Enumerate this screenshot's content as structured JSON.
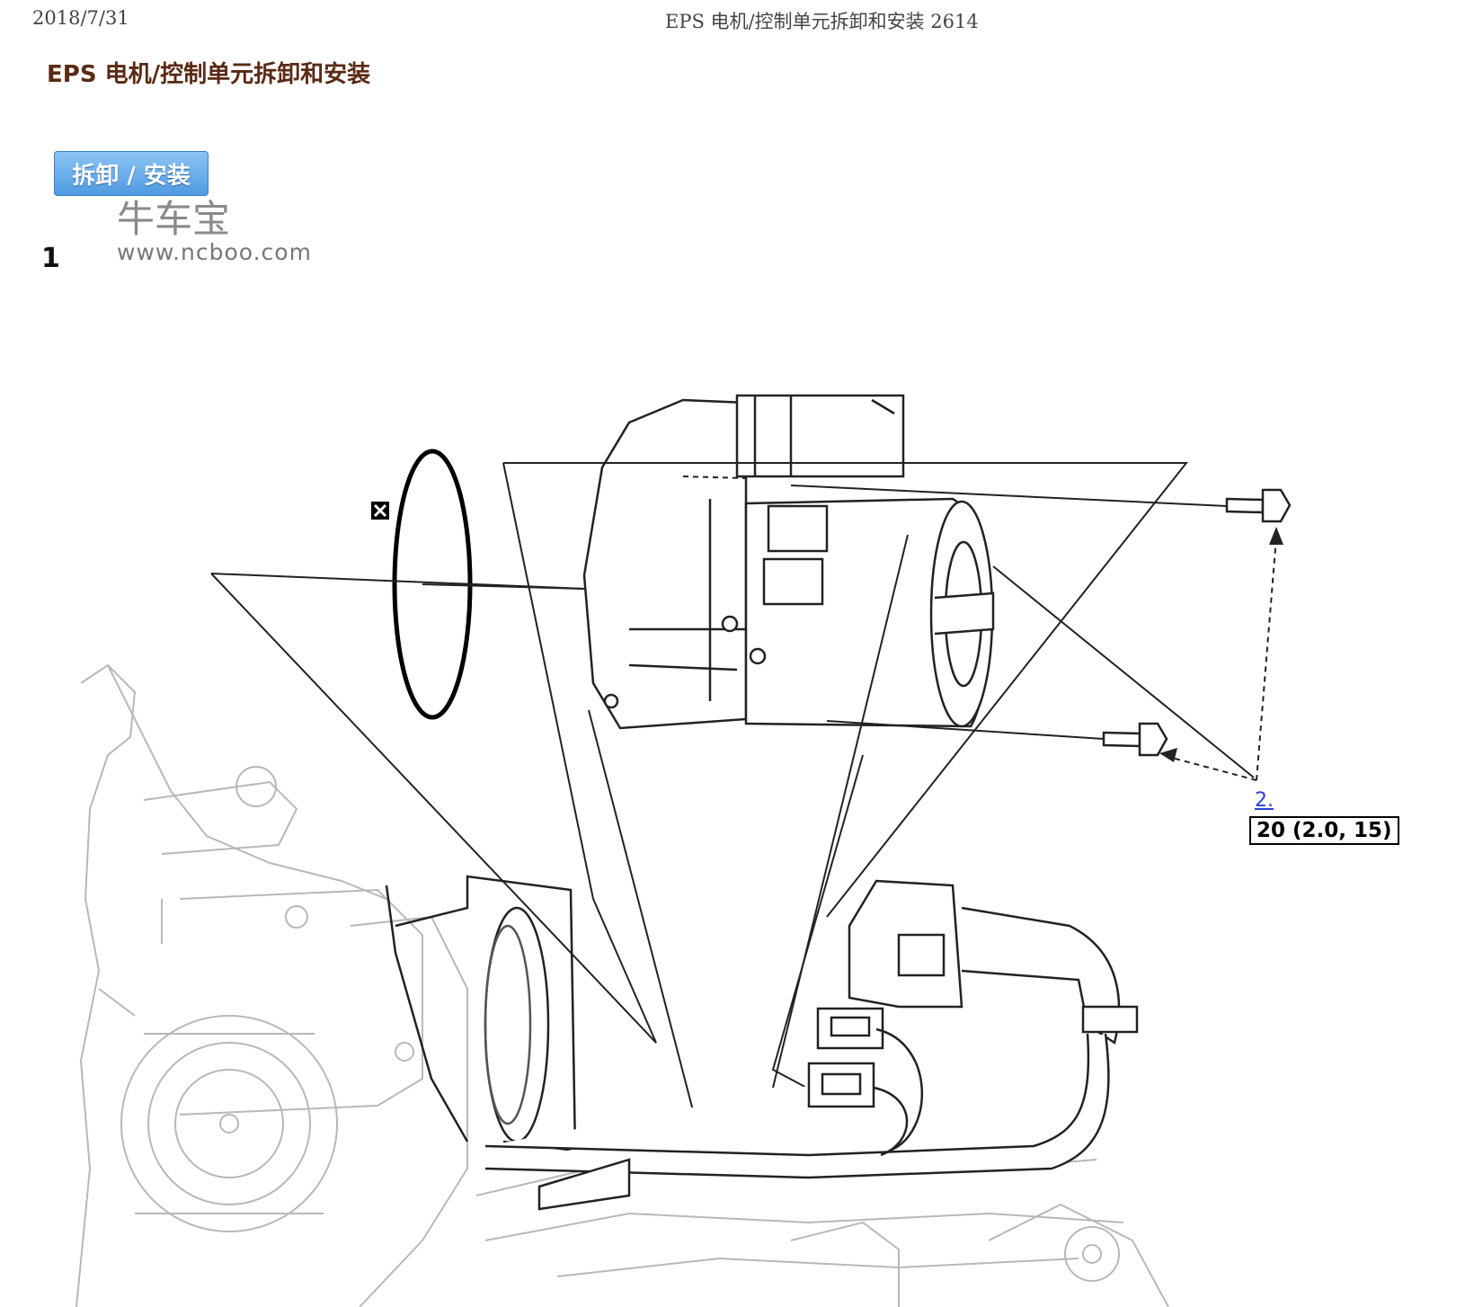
{
  "header": {
    "date": "2018/7/31",
    "doc_title": "EPS 电机/控制单元拆卸和安装 2614"
  },
  "page_title": "EPS 电机/控制单元拆卸和安装",
  "removal_button_label": "拆卸 / 安装",
  "watermark": {
    "name": "牛车宝",
    "url": "www.ncboo.com"
  },
  "step": {
    "number": "1",
    "callout_label": "2.",
    "torque_spec": "20 (2.0, 15)"
  },
  "colors": {
    "title": "#5a2a14",
    "button_blue": "#4f9ae2",
    "link_blue": "#2a3fd8"
  },
  "icons": {
    "not_reusable_marker": "x-box-icon"
  }
}
